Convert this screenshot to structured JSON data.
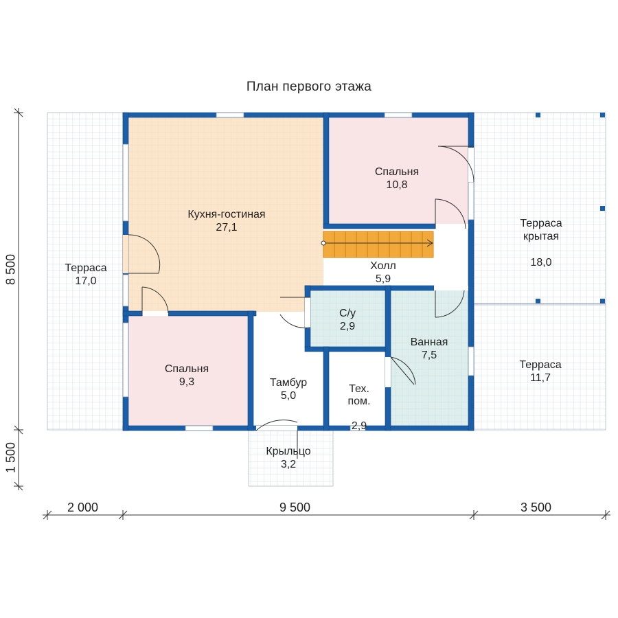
{
  "title": "План первого этажа",
  "rooms": [
    {
      "name": "Кухня-гостиная",
      "area": "27,1"
    },
    {
      "name": "Спальня",
      "area": "10,8"
    },
    {
      "name": "Терраса\nкрытая",
      "area": "18,0"
    },
    {
      "name": "Холл",
      "area": "5,9"
    },
    {
      "name": "Терраса",
      "area": "17,0"
    },
    {
      "name": "С/у",
      "area": "2,9"
    },
    {
      "name": "Ванная",
      "area": "7,5"
    },
    {
      "name": "Спальня",
      "area": "9,3"
    },
    {
      "name": "Тамбур",
      "area": "5,0"
    },
    {
      "name": "Тех.\nпом.",
      "area": "2,9"
    },
    {
      "name": "Терраса",
      "area": "11,7"
    },
    {
      "name": "Крыльцо",
      "area": "3,2"
    }
  ],
  "dimensions": {
    "width_left": "2 000",
    "width_middle": "9 500",
    "width_right": "3 500",
    "height_main": "8 500",
    "height_porch": "1 500"
  },
  "colors": {
    "wall": "#1a5fa8",
    "kitchen_floor": "#fbe6cc",
    "bedroom_floor": "#f9e4e6",
    "bath_floor": "#ddeeed",
    "terrace_grid": "#c8d2dc",
    "stairs": "#f2a93b"
  }
}
